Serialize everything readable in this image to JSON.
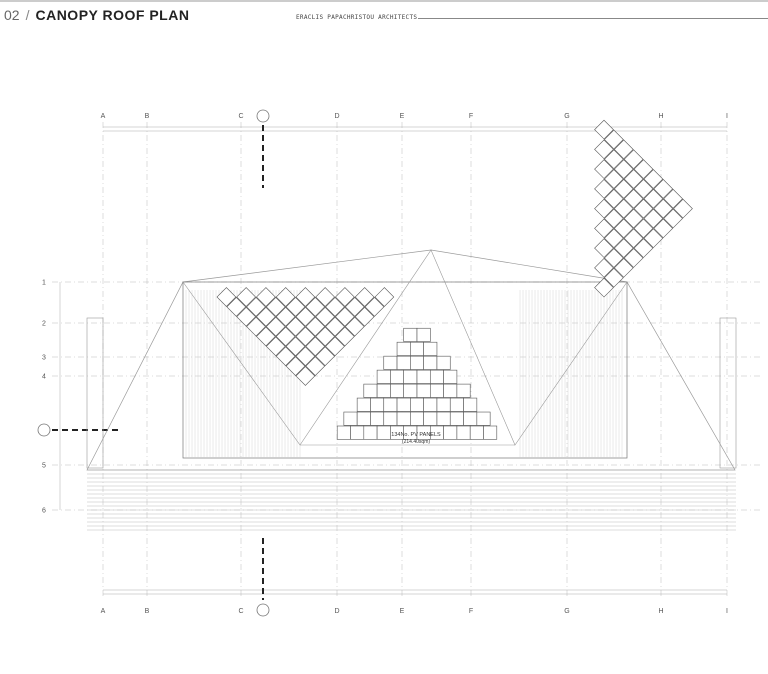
{
  "header": {
    "number": "02",
    "separator": "/",
    "title": "CANOPY ROOF PLAN",
    "firm": "ERACLIS PAPACHRISTOU ARCHITECTS"
  },
  "grid": {
    "columns": [
      "A",
      "B",
      "C",
      "D",
      "E",
      "F",
      "G",
      "H",
      "I"
    ],
    "rows": [
      "1",
      "2",
      "3",
      "4",
      "5",
      "6"
    ]
  },
  "note": {
    "line1": "134No. PV PANELS",
    "line2": "(214.40sqm)"
  },
  "colors": {
    "line": "#9a9a9a",
    "dark": "#222222",
    "grid": "#bbbbbb"
  }
}
